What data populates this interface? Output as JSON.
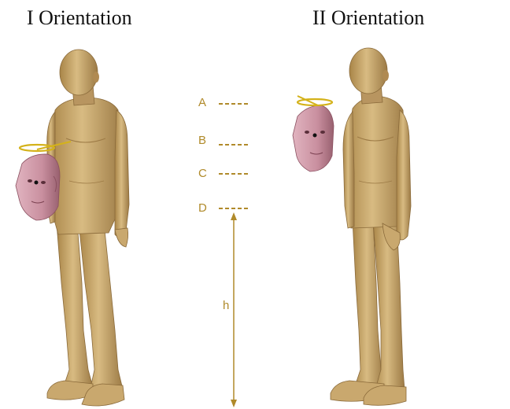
{
  "titles": {
    "left": "I Orientation",
    "right": "II Orientation"
  },
  "levels": [
    "A",
    "B",
    "C",
    "D"
  ],
  "height_label": "h",
  "colors": {
    "body": "#c9a86e",
    "body_shade": "#9c7a45",
    "head": "#c98f9f",
    "head_shade": "#9e6677",
    "marker": "#b08a2a",
    "antenna": "#d4b21a"
  }
}
